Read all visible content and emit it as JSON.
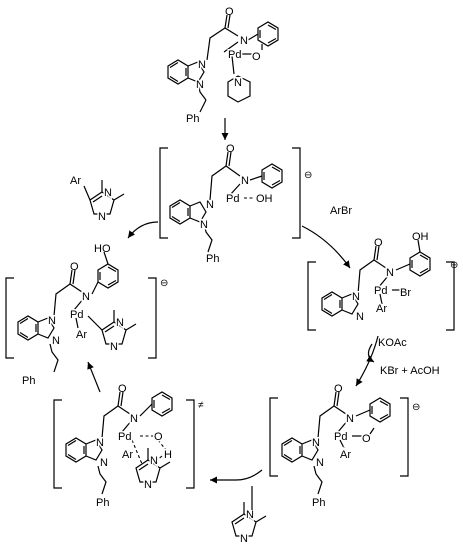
{
  "atoms": {
    "N": "N",
    "O": "O",
    "Pd": "Pd",
    "OH": "OH",
    "HO": "HO",
    "H": "H",
    "Br": "Br",
    "Ar": "Ar",
    "Ph": "Ph"
  },
  "charges": {
    "anion": "⊖",
    "transition_state": "≠"
  },
  "reagents": {
    "arbr": "ArBr",
    "koac": "KOAc",
    "byproducts": "KBr + AcOH"
  }
}
